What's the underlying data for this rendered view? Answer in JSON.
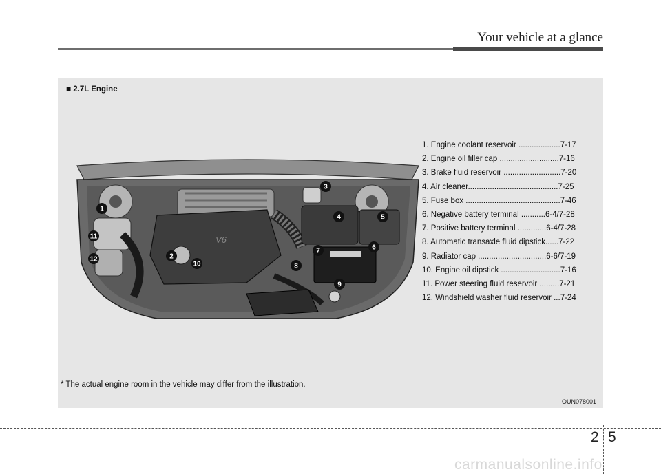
{
  "header": {
    "title": "Your vehicle at a glance"
  },
  "section": {
    "marker": "■",
    "title": "2.7L Engine"
  },
  "legend": [
    "1. Engine coolant reservoir ...................7-17",
    "2. Engine oil filler cap ...........................7-16",
    "3. Brake fluid reservoir ..........................7-20",
    "4. Air cleaner.........................................7-25",
    "5. Fuse box ...........................................7-46",
    "6. Negative battery terminal ...........6-4/7-28",
    "7. Positive battery terminal .............6-4/7-28",
    "8. Automatic transaxle fluid dipstick......7-22",
    "9. Radiator cap ...............................6-6/7-19",
    "10. Engine oil dipstick ...........................7-16",
    "11. Power steering fluid reservoir .........7-21",
    "12. Windshield washer fluid reservoir ...7-24"
  ],
  "callouts": [
    "1",
    "2",
    "3",
    "4",
    "5",
    "6",
    "7",
    "8",
    "9",
    "10",
    "11",
    "12"
  ],
  "engine_cover_text": "V6",
  "footnote": "* The actual engine room in the vehicle may differ from the illustration.",
  "image_code": "OUN078001",
  "page": {
    "chapter": "2",
    "number": "5"
  },
  "watermark": "carmanualsonline.info"
}
